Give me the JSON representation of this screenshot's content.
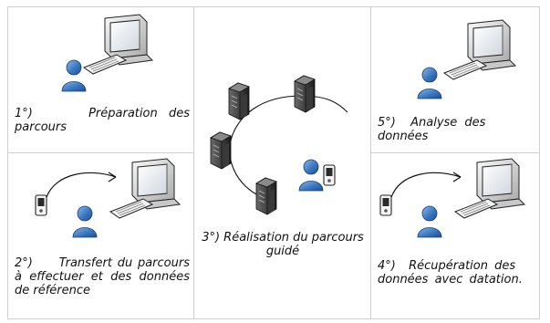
{
  "steps": [
    {
      "number": "1°)",
      "text": "Préparation des parcours"
    },
    {
      "number": "2°)",
      "text": "Transfert du parcours à effectuer et des données de référence"
    },
    {
      "number": "3°)",
      "text": "Réalisation du parcours guidé"
    },
    {
      "number": "4°)",
      "text": "Récupération des données avec datation."
    },
    {
      "number": "5°)",
      "text": "Analyse des données"
    }
  ],
  "colors": {
    "person": "#3a78c2",
    "monitor": "#d9d9d9",
    "outline": "#222222",
    "grid": "#cfcfcf"
  },
  "icons": [
    "person-icon",
    "computer-icon",
    "keyboard-icon",
    "handheld-device-icon",
    "server-icon"
  ]
}
